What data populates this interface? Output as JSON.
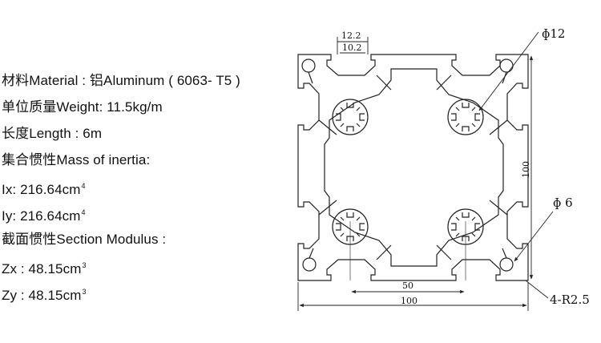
{
  "specs": {
    "material": "材料Material : 铝Aluminum ( 6063- T5 )",
    "weight": "单位质量Weight: 11.5kg/m",
    "length": "长度Length : 6m",
    "inertia_heading": "集合惯性Mass of  inertia:",
    "ix_label": "Ix: 216.64cm",
    "ix_sup": "4",
    "iy_label": "Iy: 216.64cm",
    "iy_sup": "4",
    "modulus_heading": "截面惯性Section Modulus :",
    "zx_label": "Zx : 48.15cm",
    "zx_sup": "3",
    "zy_label": "Zy : 48.15cm",
    "zy_sup": "3"
  },
  "drawing": {
    "dim_slot_outer": "12.2",
    "dim_slot_inner": "10.2",
    "dim_hole_large": "ɸ12",
    "dim_hole_small": "ɸ 6",
    "dim_height": "100",
    "dim_center": "50",
    "dim_width": "100",
    "dim_radius": "4-R2.5"
  },
  "colors": {
    "line": "#222222",
    "background": "#ffffff"
  }
}
